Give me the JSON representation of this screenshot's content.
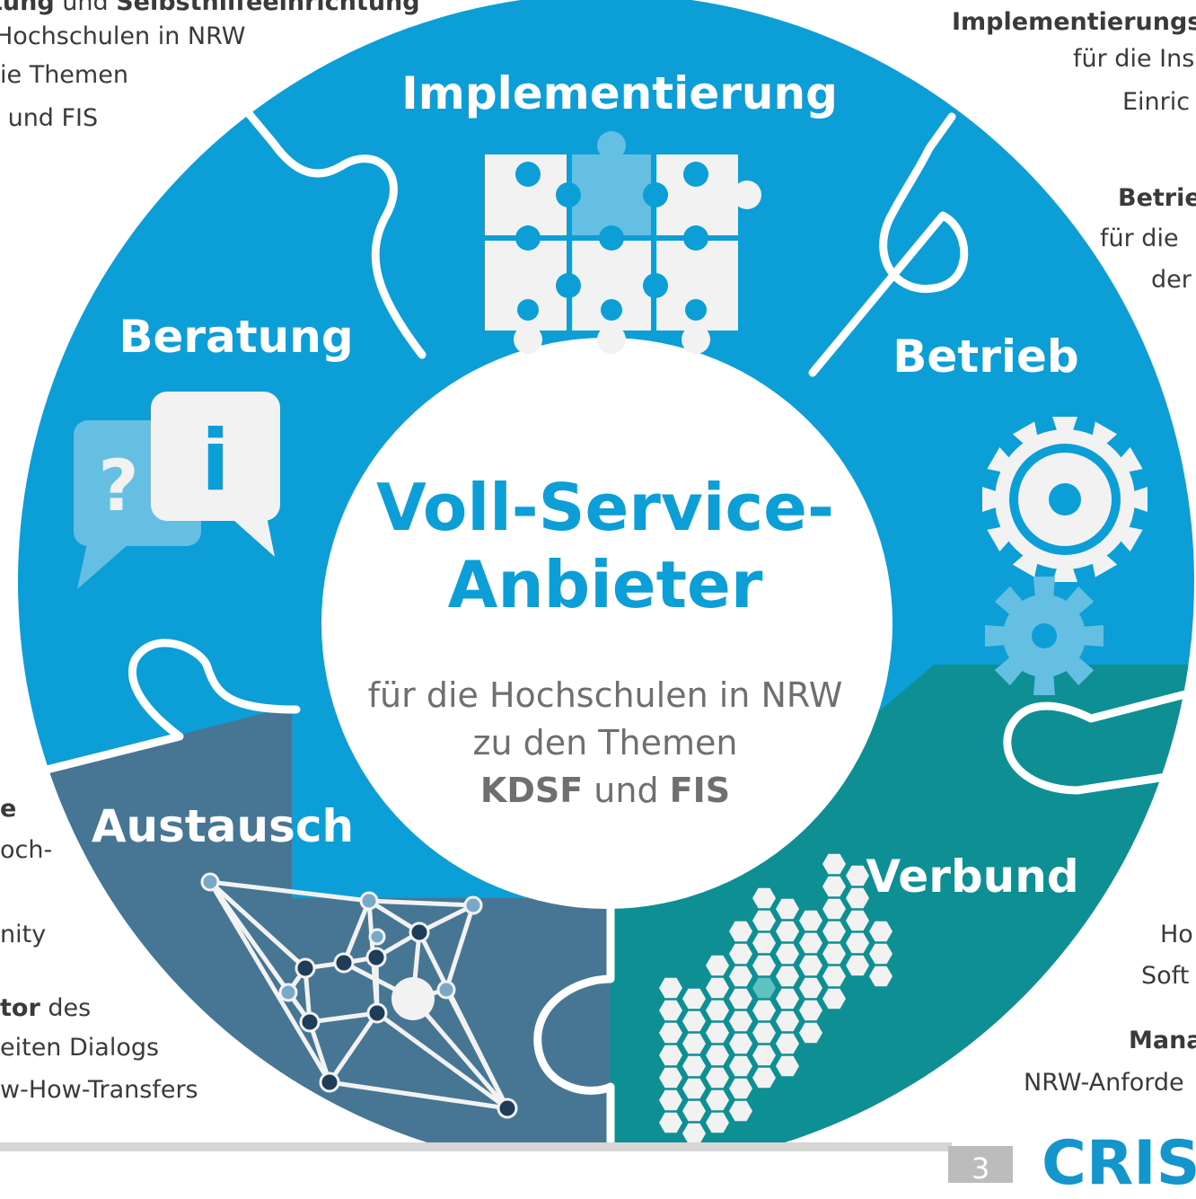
{
  "segments": {
    "implementierung": "Implementierung",
    "beratung": "Beratung",
    "betrieb": "Betrieb",
    "verbund": "Verbund",
    "austausch": "Austausch"
  },
  "center": {
    "title_line1": "Voll-Service-",
    "title_line2": "Anbieter",
    "sub_line1": "für die Hochschulen in NRW",
    "sub_line2": "zu den Themen",
    "kdsf": "KDSF",
    "und": " und ",
    "fis": "FIS"
  },
  "left_top_text": {
    "line0_bold1": "tung",
    "line0_mid": " und ",
    "line0_bold2": "Selbsthilfeeinrichtung",
    "line1": "Hochschulen in NRW",
    "line2": "ie Themen",
    "line3": " und FIS"
  },
  "right_top_text": {
    "impl_bold": "Implementierungs",
    "impl_line2": "für die Ins",
    "impl_line3": "Einric",
    "betrieb_bold": "Betrie",
    "betrieb_line2": "für die ",
    "betrieb_line3": "der"
  },
  "left_bottom_text": {
    "line_e": "e",
    "line_och": "och-",
    "line_nity": "nity",
    "line_tor_bold": "tor",
    "line_tor_rest": " des",
    "line_dialogs": "eiten Dialogs",
    "line_transfers": "w-How-Transfers"
  },
  "right_bottom_text": {
    "ho": "Ho",
    "soft": "Soft",
    "mana_bold": "Mana",
    "nrw": "NRW-Anforde"
  },
  "footer": {
    "page_number": "3",
    "logo": "CRIS"
  },
  "colors": {
    "ring_blue": "#0c9ed6",
    "austausch_slate": "#477594",
    "verbund_teal": "#0e8f93",
    "icon_light_blue": "#64bfe3",
    "icon_white": "#f2f2f2"
  }
}
